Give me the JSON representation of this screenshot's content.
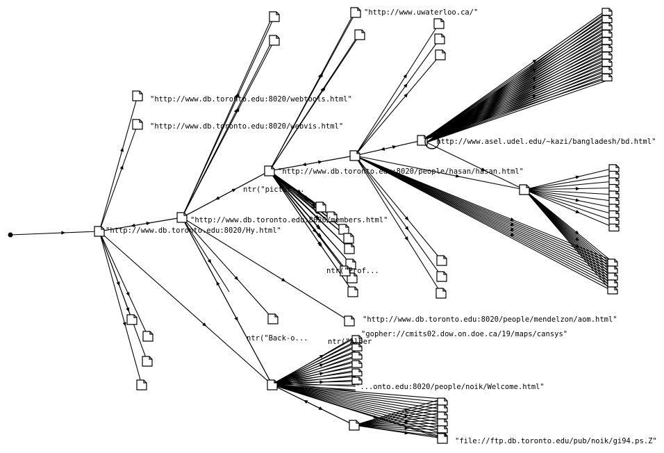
{
  "diagram": {
    "title": "",
    "labels": [
      "\"http://www.uwaterloo.ca/\"",
      "\"http://www.db.toronto.edu:8020/webtools.html\"",
      "\"http://www.db.toronto.edu:8020/webvis.html\"",
      "\"http://www.asel.udel.edu/~kazi/bangladesh/bd.html\"",
      "\"http://www.db.toronto.edu:8020/people/hasan/hasan.html\"",
      "ntr(\"pictur...",
      "\"http://www.db.toronto.edu:8020/members.html\"",
      "\"http://www.db.toronto.edu:8020/Hy.html\"",
      "ntr(\"Prof...",
      "\"http://www.db.toronto.edu:8020/people/mendelzon/aom.html\"",
      "ntr(\"Back-o...",
      "\"gopher://cmits02.dow.on.doe.ca/19/maps/cansys\"",
      "ntr(\"Alber",
      "\"...onto.edu:8020/people/noik/Welcome.html\"",
      "\"file://ftp.db.toronto.edu/pub/noik/gi94.ps.Z\""
    ],
    "colors": {
      "background": "#ffffff",
      "ink": "#000000",
      "node_fill": "#ffffff"
    }
  }
}
